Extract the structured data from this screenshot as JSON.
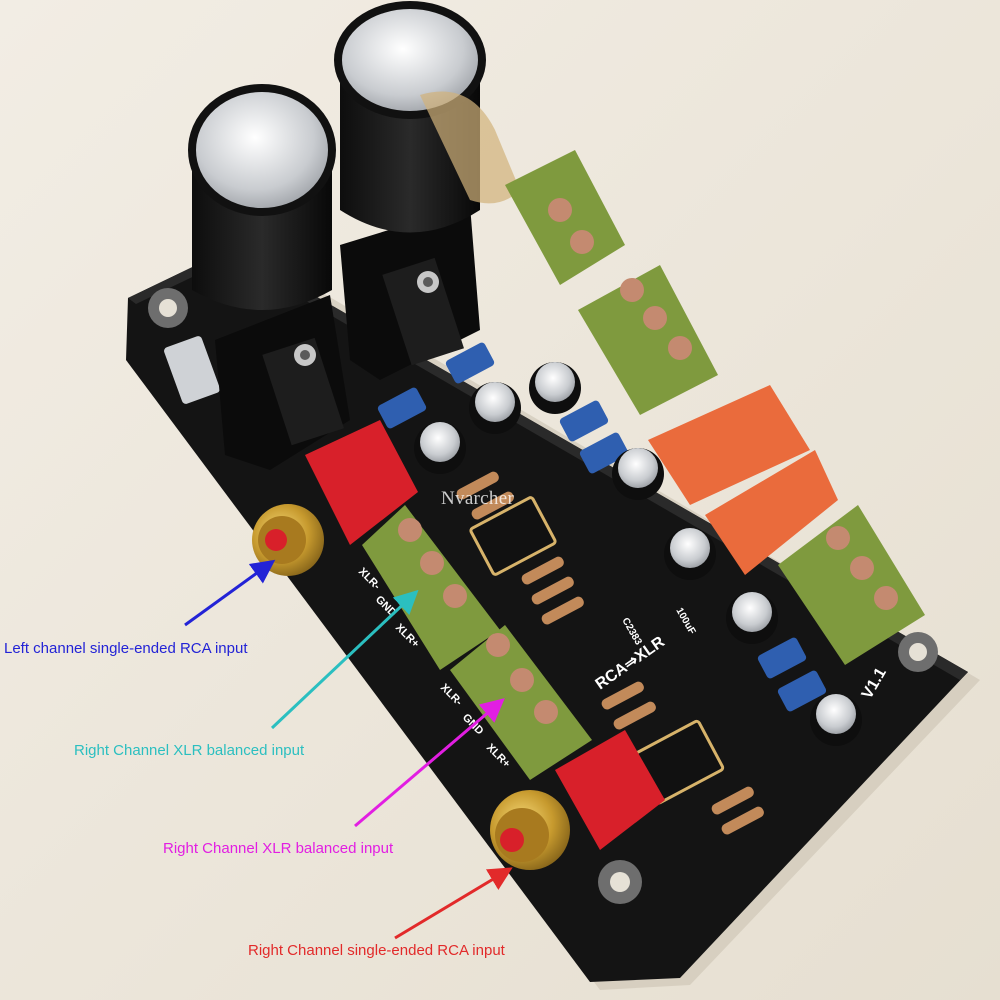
{
  "board_silkscreen": {
    "title": "RCA⇒XLR",
    "version": "V1.1",
    "pin_labels": [
      "XLR-",
      "GND",
      "XLR+"
    ],
    "cap_value": "100uF",
    "transistor": "C2383"
  },
  "watermark": "Nvarcher",
  "annotations": [
    {
      "text": "Left channel single-ended RCA input",
      "color": "#2323d6"
    },
    {
      "text": "Right Channel XLR balanced input",
      "color": "#2bbfc0"
    },
    {
      "text": "Right Channel XLR balanced input",
      "color": "#e21ee2"
    },
    {
      "text": "Right Channel single-ended RCA input",
      "color": "#e22a2a"
    }
  ],
  "colors": {
    "pcb": "#141414",
    "terminal_green": "#7f9a3e",
    "relay_orange": "#ea6b3c",
    "rca_red": "#d8202a",
    "rca_gold": "#c79a2e",
    "film_cap_blue": "#2f5fb0"
  }
}
